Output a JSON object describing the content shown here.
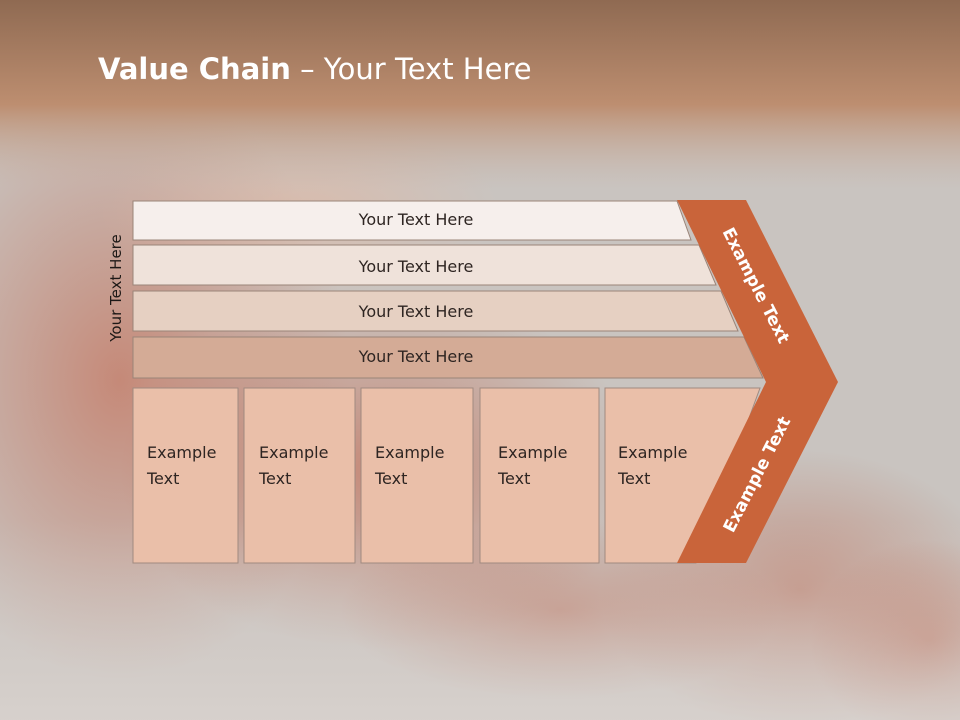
{
  "slide": {
    "title_bold": "Value Chain",
    "title_rest": " – Your Text Here",
    "side_label": "Your Text Here",
    "bars": [
      {
        "label": "Your Text Here",
        "fill": "#f6efec"
      },
      {
        "label": "Your Text Here",
        "fill": "#efe2da"
      },
      {
        "label": "Your Text Here",
        "fill": "#e6d0c2"
      },
      {
        "label": "Your Text Here",
        "fill": "#d4ab96"
      }
    ],
    "boxes": [
      {
        "line1": "Example",
        "line2": "Text"
      },
      {
        "line1": "Example",
        "line2": "Text"
      },
      {
        "line1": "Example",
        "line2": "Text"
      },
      {
        "line1": "Example",
        "line2": "Text"
      },
      {
        "line1": "Example",
        "line2": "Text"
      }
    ],
    "arrow_top_label": "Example Text",
    "arrow_bottom_label": "Example Text",
    "colors": {
      "header_band": "#b98a6d",
      "accent": "#c9643a",
      "box_fill": "#eabfa9",
      "background": "#c9c4c0"
    }
  }
}
